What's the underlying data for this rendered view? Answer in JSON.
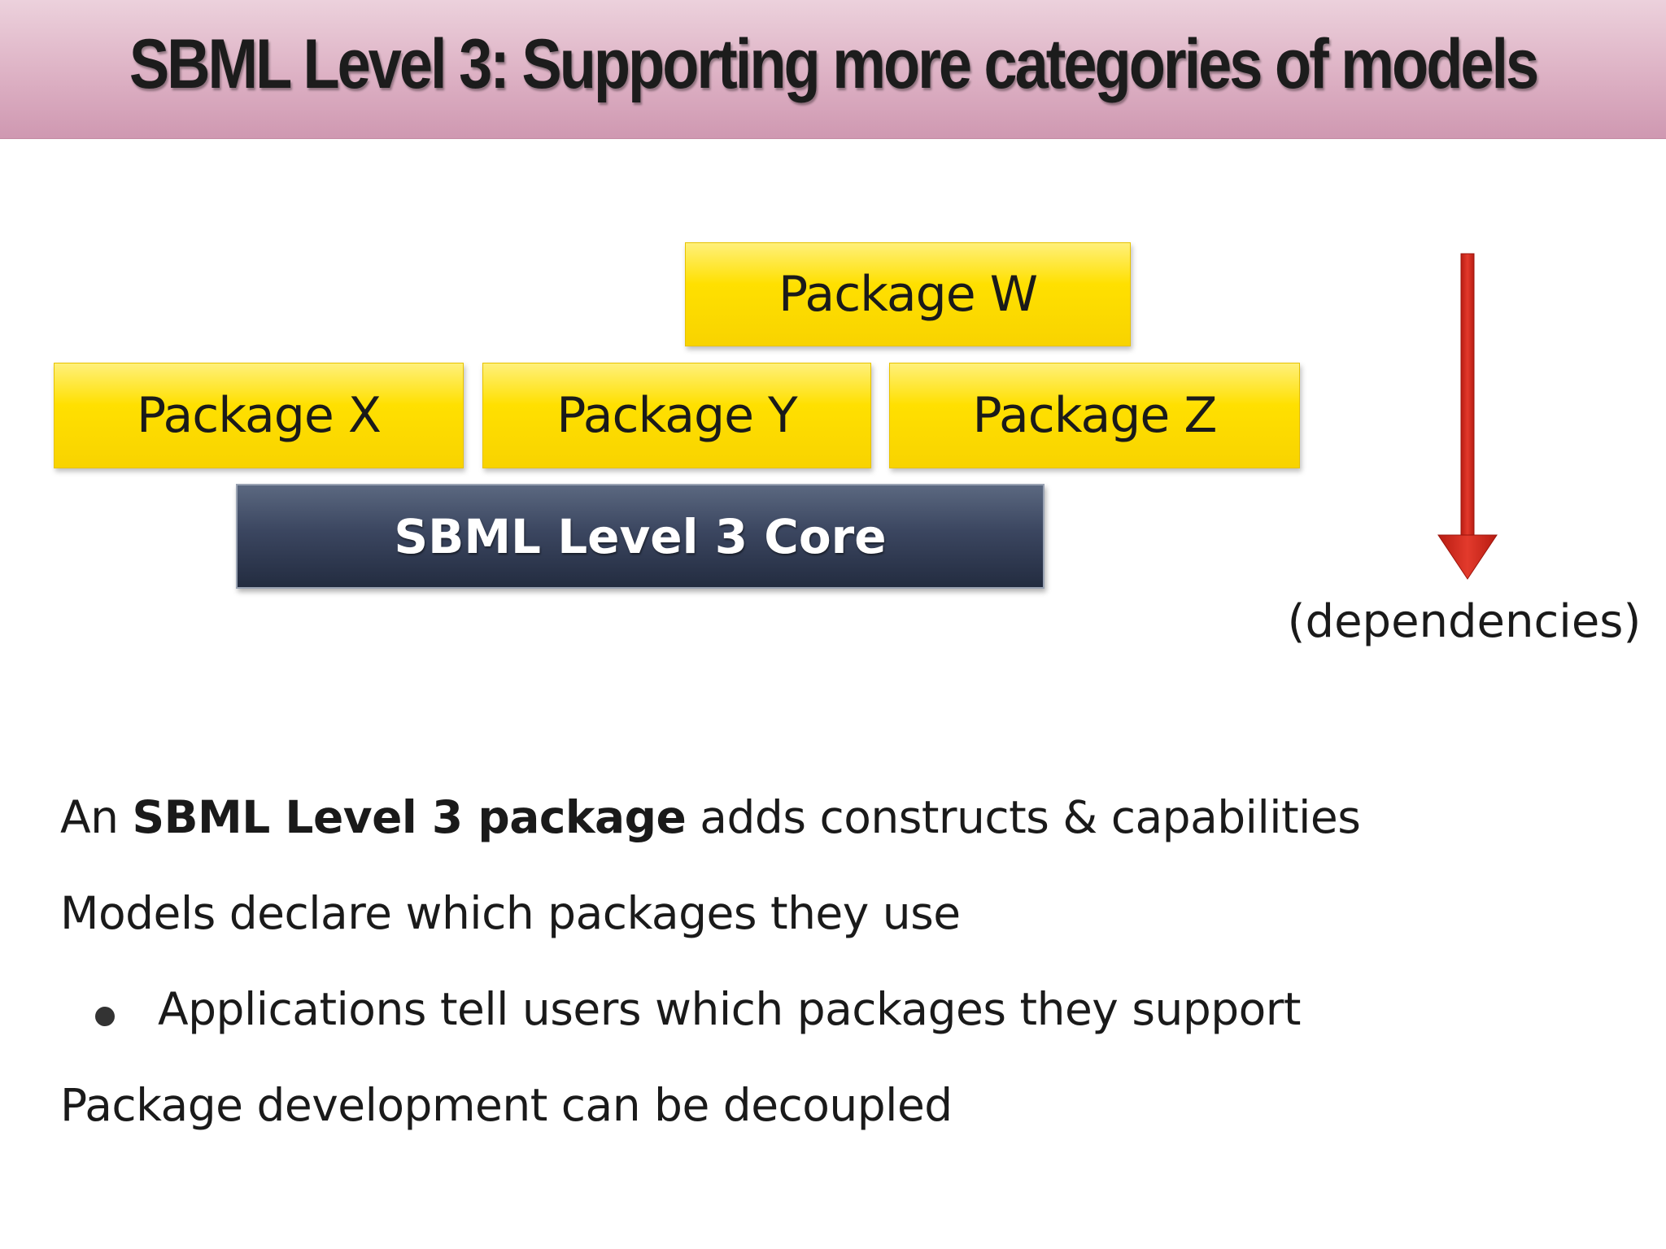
{
  "title": "SBML Level 3: Supporting more categories of models",
  "diagram": {
    "packages": {
      "w": "Package W",
      "x": "Package X",
      "y": "Package Y",
      "z": "Package Z"
    },
    "core": "SBML Level 3 Core",
    "arrow_label": "(dependencies)",
    "colors": {
      "package_fill": "#ffe000",
      "core_fill": "#3b4660",
      "arrow": "#d42a1e",
      "title_bar": "#ddb1c4"
    }
  },
  "bullets": {
    "line1_prefix": "An ",
    "line1_bold": "SBML Level 3 package",
    "line1_suffix": " adds constructs & capabilities",
    "line2": "Models declare which packages they use",
    "line3": "Applications tell users which packages they support",
    "line4": "Package development can be decoupled"
  }
}
